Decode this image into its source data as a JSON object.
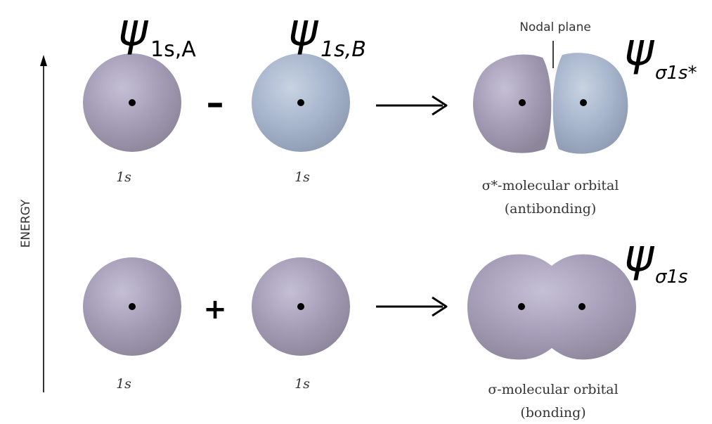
{
  "axis": {
    "label": "ENERGY"
  },
  "wavefunctions": {
    "psi": "ψ",
    "a_sub": "1s,A",
    "b_sub": "1s,B",
    "antibonding_sub": "σ1s*",
    "bonding_sub": "σ1s"
  },
  "operators": {
    "minus": "–",
    "plus": "+"
  },
  "orbital_labels": {
    "top_left": "1s",
    "top_middle": "1s",
    "bottom_left": "1s",
    "bottom_middle": "1s"
  },
  "annotations": {
    "nodal_plane": "Nodal plane"
  },
  "captions": {
    "antibonding_line1": "σ*-molecular orbital",
    "antibonding_line2": "(antibonding)",
    "bonding_line1": "σ-molecular orbital",
    "bonding_line2": "(bonding)"
  },
  "colors": {
    "orbital_purple": "#a49cb6",
    "orbital_blue": "#a7b5cd",
    "ink": "#000000"
  }
}
